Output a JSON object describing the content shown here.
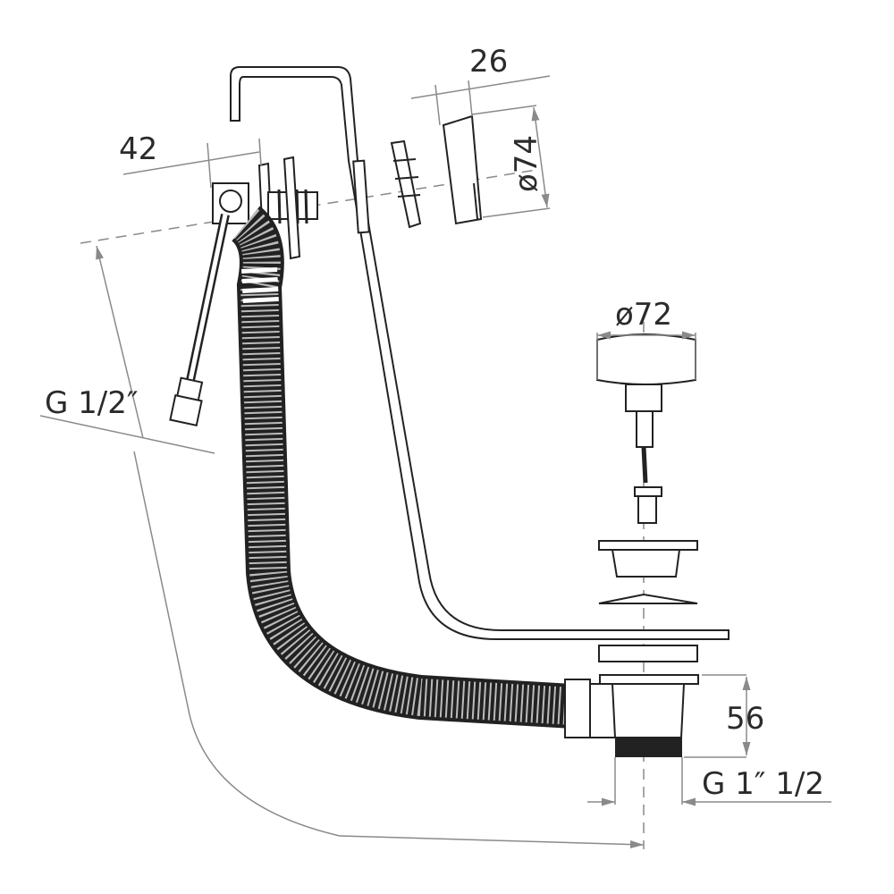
{
  "diagram": {
    "dimensions": {
      "overflow_depth": "26",
      "inlet_offset": "42",
      "overflow_diameter": "ø74",
      "plug_diameter": "ø72",
      "inlet_thread": "G 1/2″",
      "waste_height": "56",
      "outlet_thread": "G 1″ 1/2"
    },
    "colors": {
      "line": "#222222",
      "dimension": "#8a8a8a",
      "text": "#2b2b2b"
    }
  }
}
